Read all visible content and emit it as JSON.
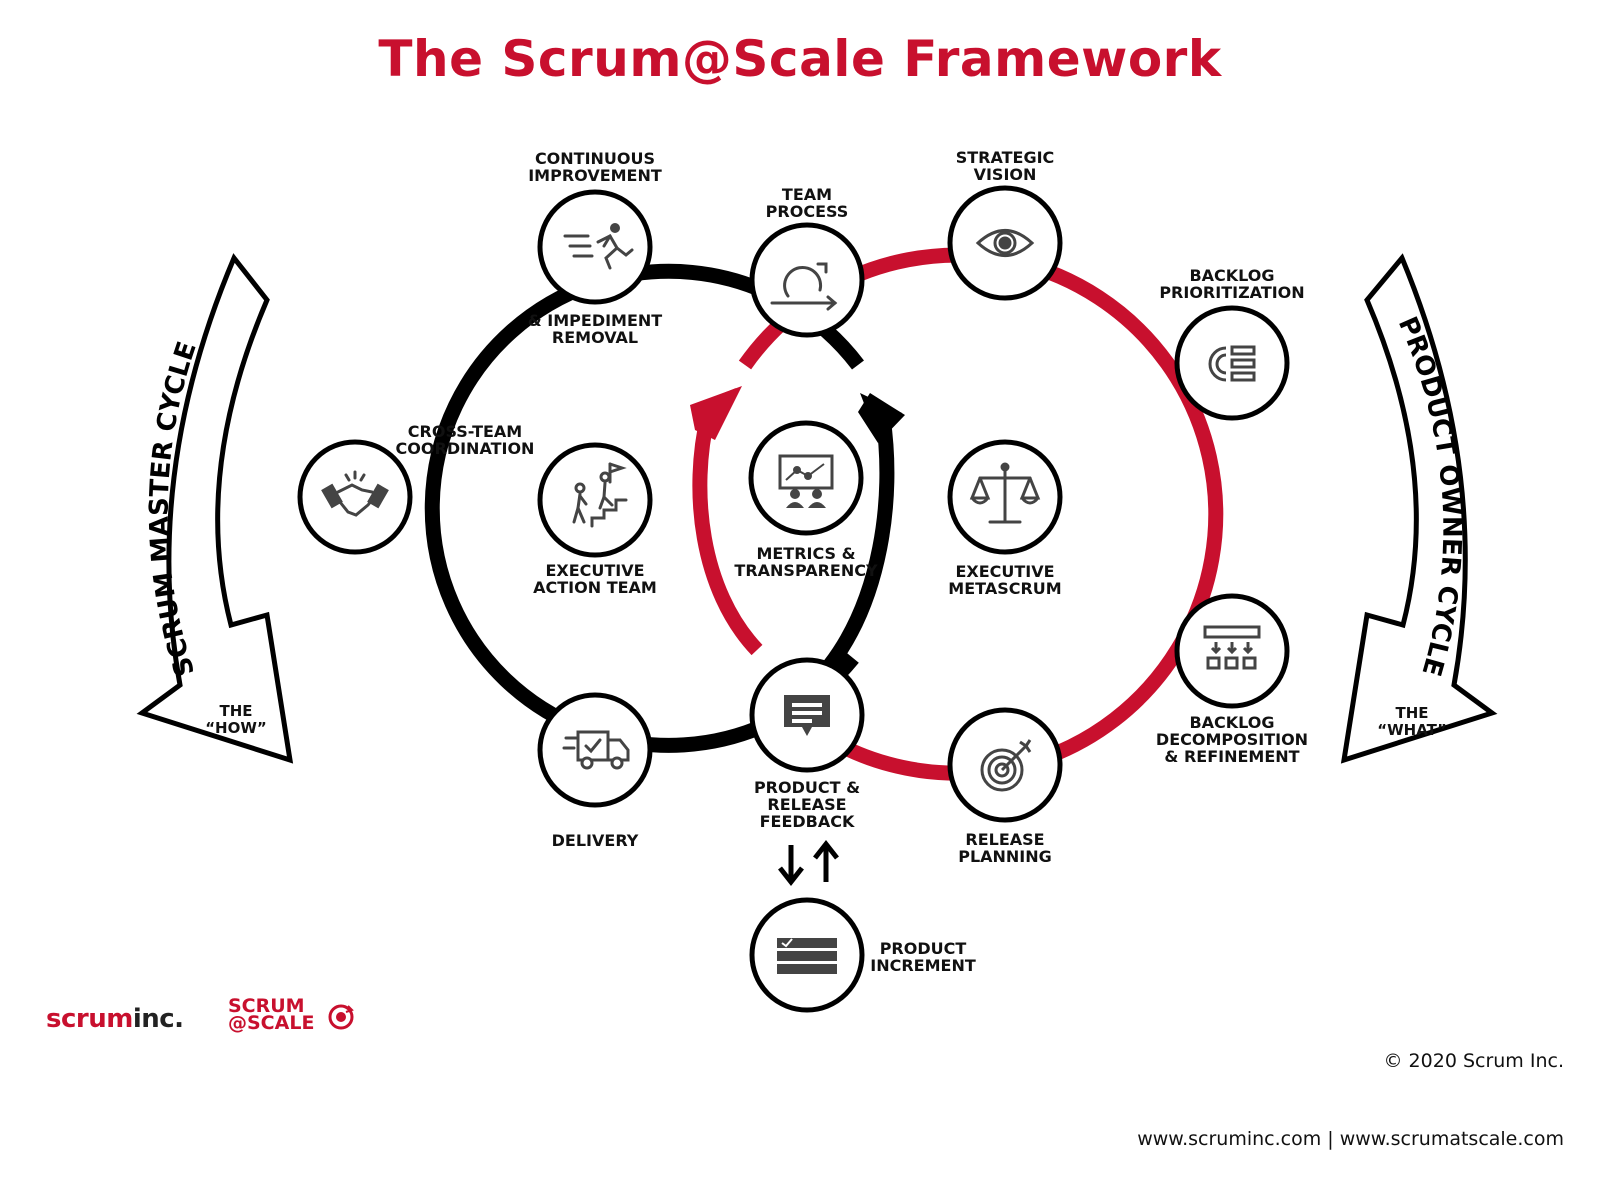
{
  "title": "The Scrum@Scale Framework",
  "colors": {
    "accent": "#c8102e",
    "dark": "#111111"
  },
  "cycles": {
    "left": {
      "name": "SCRUM MASTER CYCLE",
      "tag": "THE\n“HOW”"
    },
    "right": {
      "name": "PRODUCT OWNER CYCLE",
      "tag": "THE\n“WHAT”"
    }
  },
  "nodes": {
    "continuous_improvement": {
      "label_top": "CONTINUOUS\nIMPROVEMENT",
      "label_bottom": "& IMPEDIMENT\nREMOVAL",
      "icon": "running-person-icon"
    },
    "team_process": {
      "label": "TEAM\nPROCESS",
      "icon": "cycle-icon"
    },
    "strategic_vision": {
      "label": "STRATEGIC\nVISION",
      "icon": "eye-icon"
    },
    "backlog_prioritization": {
      "label": "BACKLOG\nPRIORITIZATION",
      "icon": "priority-list-icon"
    },
    "cross_team_coordination": {
      "label": "CROSS-TEAM\nCOORDINATION",
      "icon": "handshake-icon"
    },
    "executive_action_team": {
      "label": "EXECUTIVE\nACTION TEAM",
      "icon": "climbing-stairs-icon"
    },
    "metrics_transparency": {
      "label": "METRICS &\nTRANSPARENCY",
      "icon": "presentation-chart-icon"
    },
    "executive_metascrum": {
      "label": "EXECUTIVE\nMETASCRUM",
      "icon": "scales-icon"
    },
    "backlog_decomposition": {
      "label": "BACKLOG\nDECOMPOSITION\n& REFINEMENT",
      "icon": "decomposition-icon"
    },
    "delivery": {
      "label": "DELIVERY",
      "icon": "delivery-truck-icon"
    },
    "product_release_feedback": {
      "label": "PRODUCT &\nRELEASE\nFEEDBACK",
      "icon": "feedback-bubble-icon"
    },
    "release_planning": {
      "label": "RELEASE\nPLANNING",
      "icon": "target-icon"
    },
    "product_increment": {
      "label": "PRODUCT\nINCREMENT",
      "icon": "increment-stack-icon"
    }
  },
  "footer": {
    "copyright": "© 2020 Scrum Inc.",
    "urls": "www.scruminc.com | www.scrumatscale.com",
    "logo_scruminc_a": "scrum",
    "logo_scruminc_b": "inc.",
    "logo_sas": "SCRUM\n@SCALE"
  }
}
